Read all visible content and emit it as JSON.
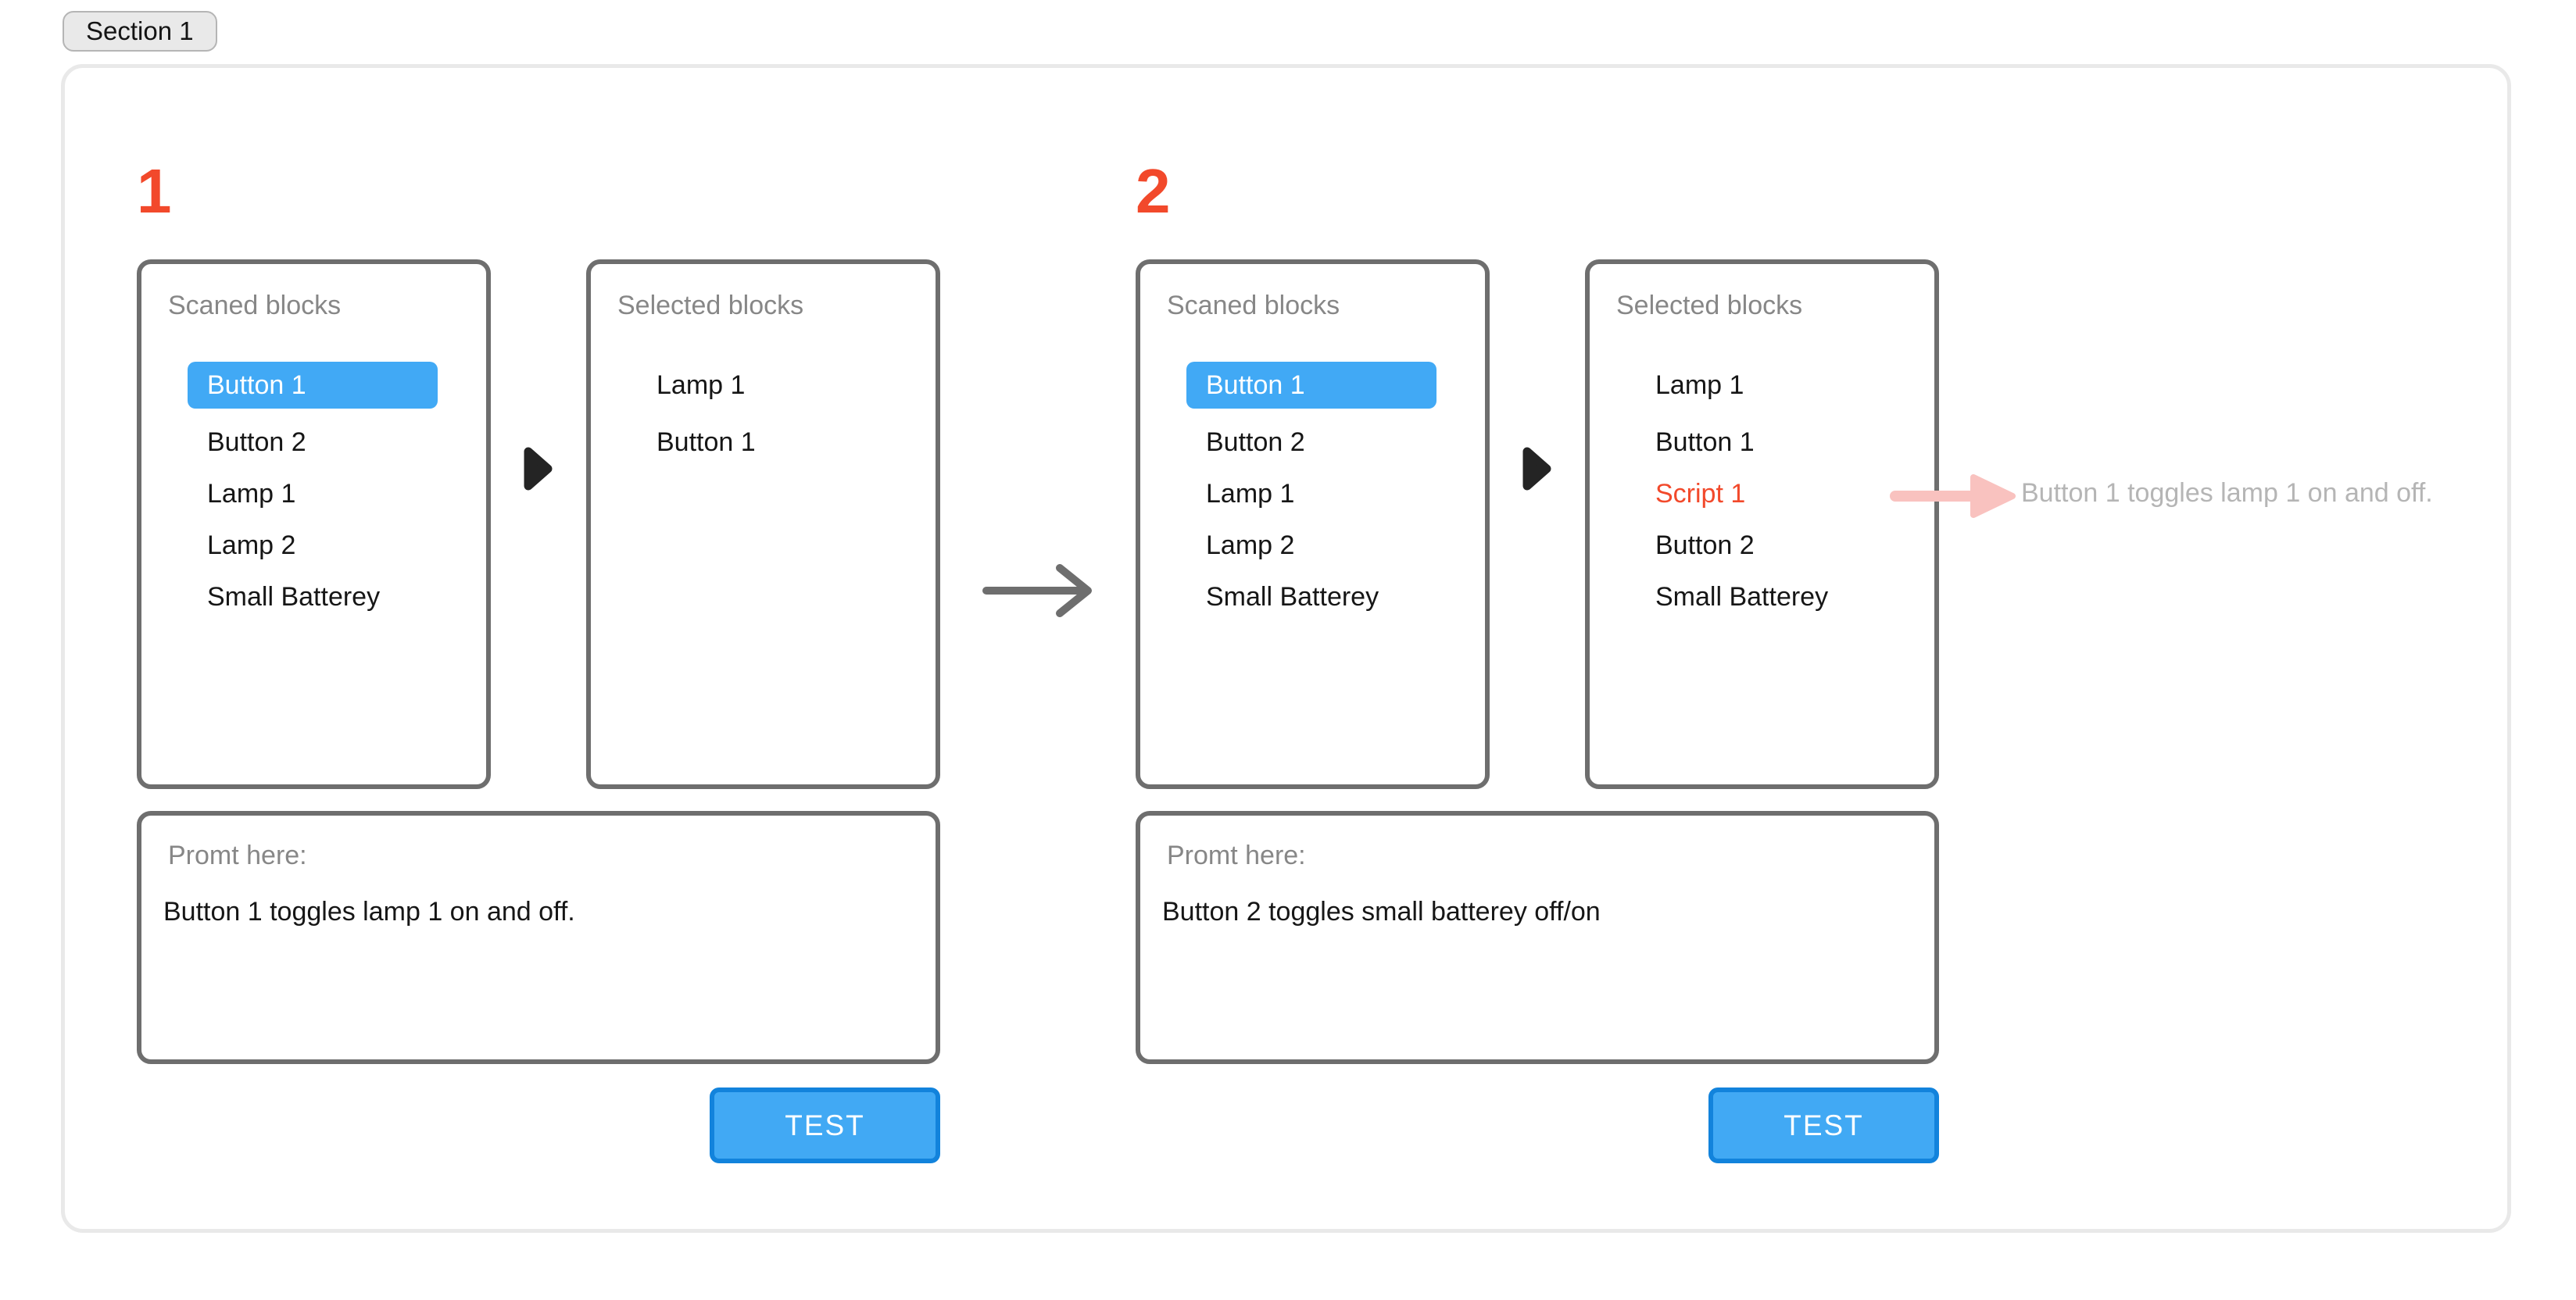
{
  "section_tab": {
    "label": "Section 1"
  },
  "colors": {
    "accent_blue": "#41a9f5",
    "test_button_border": "#1283dc",
    "accent_red": "#f2492b",
    "annotation_pink": "#f9c2bf",
    "box_border_gray": "#6e6e6e",
    "muted_text_gray": "#878787",
    "annotation_text_gray": "#b5b5b5"
  },
  "icons": {
    "transfer": "play-triangle-icon",
    "flow": "arrow-right-icon",
    "annotation_pointer": "pink-arrow-right-icon"
  },
  "panels": [
    {
      "number": "1",
      "scanned": {
        "title": "Scaned blocks",
        "items": [
          {
            "label": "Button 1",
            "state": "selected"
          },
          {
            "label": "Button 2",
            "state": "normal"
          },
          {
            "label": "Lamp 1",
            "state": "normal"
          },
          {
            "label": "Lamp 2",
            "state": "normal"
          },
          {
            "label": "Small Batterey",
            "state": "normal"
          }
        ]
      },
      "selected": {
        "title": "Selected blocks",
        "items": [
          {
            "label": "Lamp 1",
            "state": "normal"
          },
          {
            "label": "Button 1",
            "state": "normal"
          }
        ]
      },
      "prompt": {
        "label": "Promt here:",
        "text": "Button 1 toggles lamp 1 on and off."
      },
      "test_button": "TEST"
    },
    {
      "number": "2",
      "scanned": {
        "title": "Scaned blocks",
        "items": [
          {
            "label": "Button 1",
            "state": "selected"
          },
          {
            "label": "Button 2",
            "state": "normal"
          },
          {
            "label": "Lamp 1",
            "state": "normal"
          },
          {
            "label": "Lamp 2",
            "state": "normal"
          },
          {
            "label": "Small Batterey",
            "state": "normal"
          }
        ]
      },
      "selected": {
        "title": "Selected blocks",
        "items": [
          {
            "label": "Lamp 1",
            "state": "normal"
          },
          {
            "label": "Button 1",
            "state": "normal"
          },
          {
            "label": "Script 1",
            "state": "script"
          },
          {
            "label": "Button 2",
            "state": "normal"
          },
          {
            "label": "Small Batterey",
            "state": "normal"
          }
        ]
      },
      "prompt": {
        "label": "Promt here:",
        "text": "Button 2 toggles small batterey off/on"
      },
      "test_button": "TEST",
      "annotation": "Button 1 toggles lamp 1 on and off."
    }
  ]
}
